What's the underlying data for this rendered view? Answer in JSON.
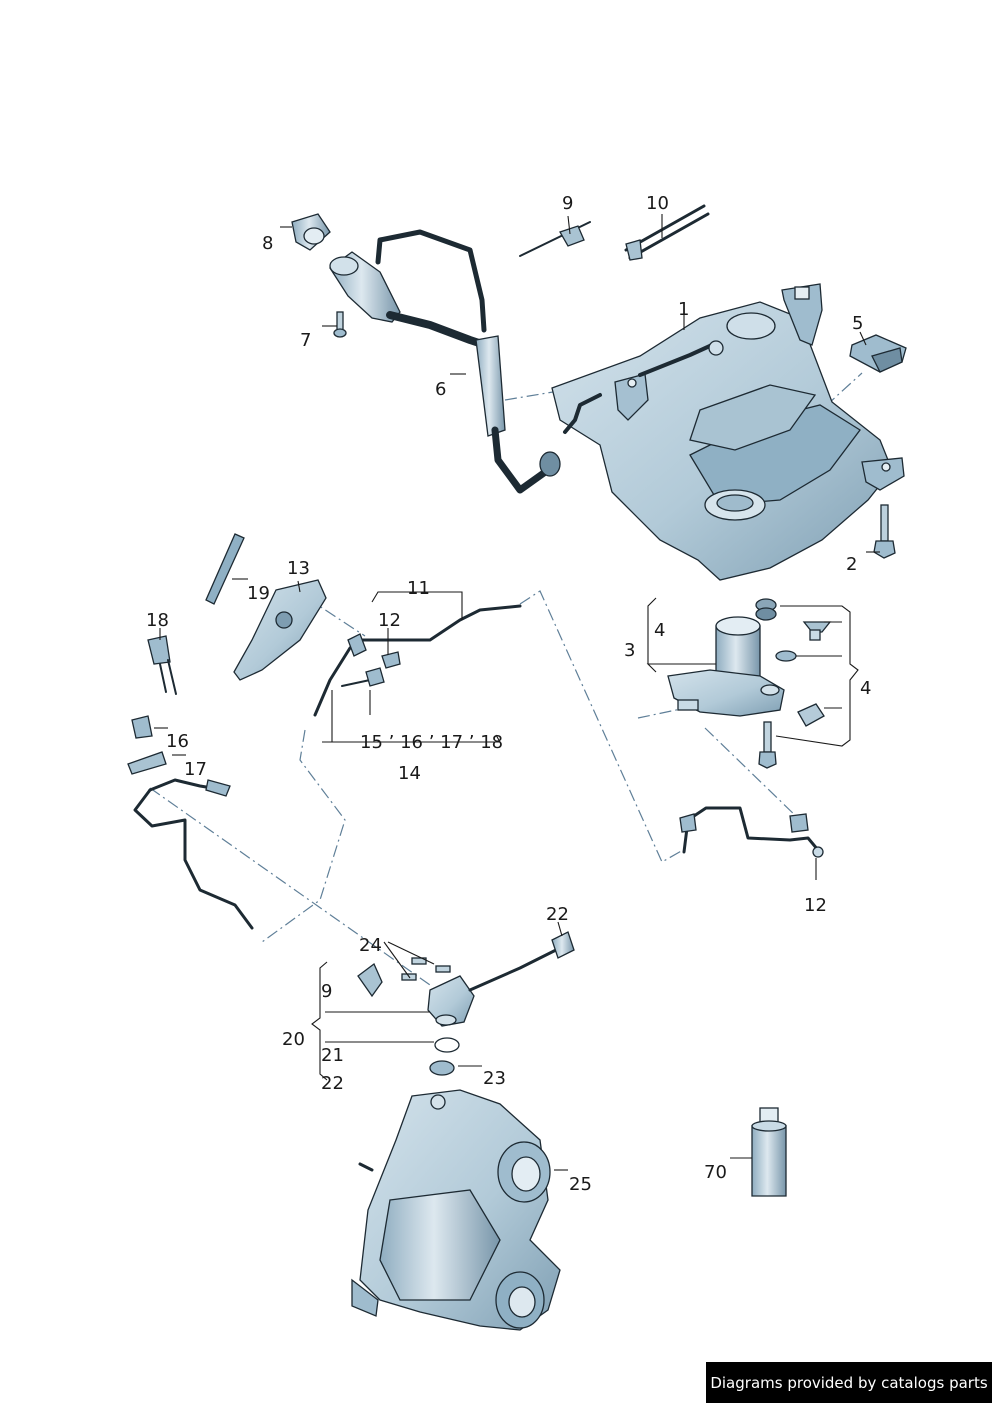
{
  "palette": {
    "part_fill": "#b9cfdc",
    "part_shade": "#8fb0c4",
    "part_dark": "#5e7f94",
    "outline": "#1d2a33",
    "leader": "#1a1a1a",
    "centerline": "#5f7f98"
  },
  "callouts": [
    {
      "id": "c1",
      "text": "1"
    },
    {
      "id": "c2",
      "text": "2"
    },
    {
      "id": "c3",
      "text": "3"
    },
    {
      "id": "c4a",
      "text": "4"
    },
    {
      "id": "c4b",
      "text": "4"
    },
    {
      "id": "c5",
      "text": "5"
    },
    {
      "id": "c6",
      "text": "6"
    },
    {
      "id": "c7",
      "text": "7"
    },
    {
      "id": "c8",
      "text": "8"
    },
    {
      "id": "c9a",
      "text": "9"
    },
    {
      "id": "c9b",
      "text": "9"
    },
    {
      "id": "c10",
      "text": "10"
    },
    {
      "id": "c11",
      "text": "11"
    },
    {
      "id": "c12a",
      "text": "12"
    },
    {
      "id": "c12b",
      "text": "12"
    },
    {
      "id": "c13",
      "text": "13"
    },
    {
      "id": "c14",
      "text": "14"
    },
    {
      "id": "c15group",
      "text": "15 ’ 16 ’ 17 ’ 18"
    },
    {
      "id": "c16",
      "text": "16"
    },
    {
      "id": "c17",
      "text": "17"
    },
    {
      "id": "c18",
      "text": "18"
    },
    {
      "id": "c19",
      "text": "19"
    },
    {
      "id": "c20",
      "text": "20"
    },
    {
      "id": "c21",
      "text": "21"
    },
    {
      "id": "c22a",
      "text": "22"
    },
    {
      "id": "c22b",
      "text": "22"
    },
    {
      "id": "c23",
      "text": "23"
    },
    {
      "id": "c24",
      "text": "24"
    },
    {
      "id": "c25",
      "text": "25"
    },
    {
      "id": "c70",
      "text": "70"
    }
  ],
  "credit": "Diagrams provided by catalogs parts"
}
